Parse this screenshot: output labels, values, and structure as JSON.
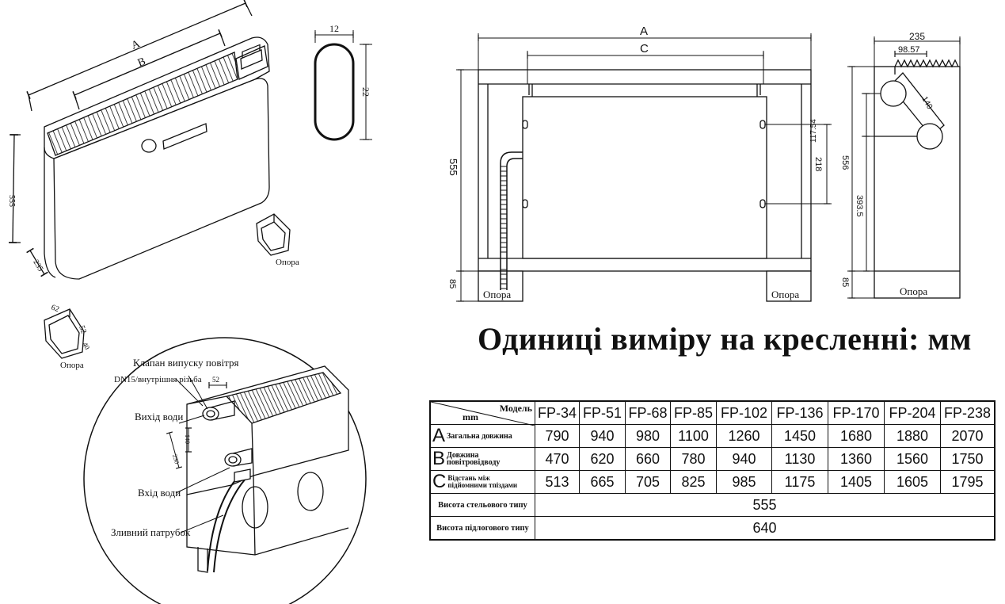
{
  "units_title": "Одиниці виміру на кресленні: мм",
  "iso_view": {
    "dim_a": "A",
    "dim_b": "B",
    "dim_height": "555",
    "dim_depth": "235",
    "support_label": "Опора"
  },
  "grommet": {
    "width": "12",
    "height": "22"
  },
  "support_detail": {
    "dim_w": "62",
    "dim_h": "52",
    "dim_d": "40",
    "label": "Опора"
  },
  "front_view": {
    "dim_a": "A",
    "dim_c": "C",
    "dim_height": "555",
    "dim_foot": "85",
    "dim_hole": "218",
    "support_left": "Опора",
    "support_right": "Опора"
  },
  "side_view": {
    "dim_width": "235",
    "dim_top": "98.57",
    "dim_upper": "117.54",
    "dim_diag": "140",
    "dim_height": "556",
    "dim_lower": "393.5",
    "dim_foot": "85",
    "support": "Опора"
  },
  "detail": {
    "air_valve": "Клапан випуску повітря",
    "thread": "DN15/внутрішня різьба",
    "dim_top": "52",
    "water_out": "Вихід води",
    "dim_mid": "140",
    "dim_low": "230",
    "water_in": "Вхід води",
    "drain": "Зливний патрубок"
  },
  "table": {
    "header_model": "Модель",
    "header_unit": "mm",
    "models": [
      "FP-34",
      "FP-51",
      "FP-68",
      "FP-85",
      "FP-102",
      "FP-136",
      "FP-170",
      "FP-204",
      "FP-238"
    ],
    "rows": [
      {
        "letter": "A",
        "label": "Загальна довжина",
        "values": [
          "790",
          "940",
          "980",
          "1100",
          "1260",
          "1450",
          "1680",
          "1880",
          "2070"
        ]
      },
      {
        "letter": "B",
        "label": "Довжина повітровідводу",
        "values": [
          "470",
          "620",
          "660",
          "780",
          "940",
          "1130",
          "1360",
          "1560",
          "1750"
        ]
      },
      {
        "letter": "C",
        "label": "Відстань між підйомними тпіздами",
        "values": [
          "513",
          "665",
          "705",
          "825",
          "985",
          "1175",
          "1405",
          "1605",
          "1795"
        ]
      }
    ],
    "ceiling_label": "Висота стельового типу",
    "ceiling_value": "555",
    "floor_label": "Висота підлогового типу",
    "floor_value": "640"
  }
}
